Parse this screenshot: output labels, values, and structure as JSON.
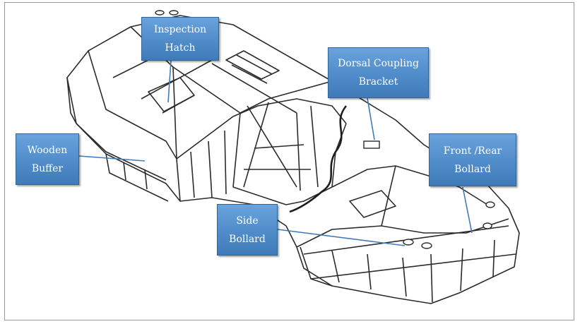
{
  "labels": {
    "inspection_hatch": {
      "line1": "Inspection",
      "line2": "Hatch"
    },
    "dorsal_coupling_bracket": {
      "line1": "Dorsal Coupling",
      "line2": "Bracket"
    },
    "wooden_buffer": {
      "line1": "Wooden",
      "line2": "Buffer"
    },
    "front_rear_bollard": {
      "line1": "Front /Rear",
      "line2": "Bollard"
    },
    "side_bollard": {
      "line1": "Side",
      "line2": "Bollard"
    }
  },
  "colors": {
    "label_fill": "#4f8cc9",
    "label_border": "#2f6499",
    "leader_line": "#3f7bb8",
    "drawing_ink": "#2b2b2b"
  }
}
